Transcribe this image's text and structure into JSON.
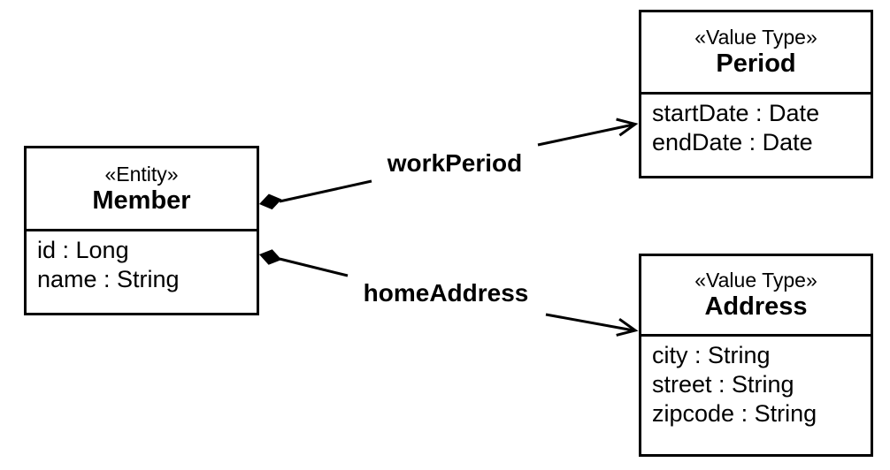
{
  "classes": [
    {
      "stereotype": "«Entity»",
      "name": "Member",
      "attributes": [
        "id : Long",
        "name : String"
      ]
    },
    {
      "stereotype": "«Value Type»",
      "name": "Period",
      "attributes": [
        "startDate : Date",
        "endDate : Date"
      ]
    },
    {
      "stereotype": "«Value Type»",
      "name": "Address",
      "attributes": [
        "city : String",
        "street : String",
        "zipcode : String"
      ]
    }
  ],
  "relations": [
    {
      "label": "workPeriod",
      "from": "Member",
      "to": "Period",
      "type": "composition",
      "arrow": "open"
    },
    {
      "label": "homeAddress",
      "from": "Member",
      "to": "Address",
      "type": "composition",
      "arrow": "open"
    }
  ],
  "colors": {
    "background": "#ffffff",
    "line": "#000000",
    "text": "#000000"
  }
}
